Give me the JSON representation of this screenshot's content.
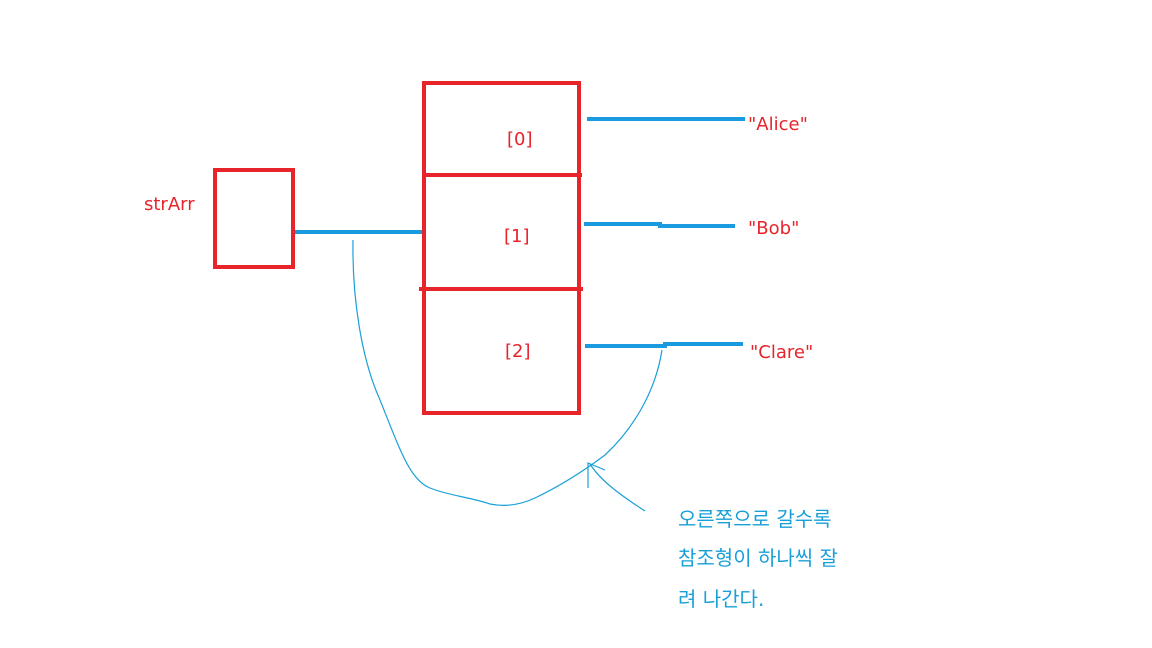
{
  "variable": {
    "name": "strArr"
  },
  "array": {
    "cells": [
      {
        "index": "[0]",
        "value": "\"Alice\""
      },
      {
        "index": "[1]",
        "value": "\"Bob\""
      },
      {
        "index": "[2]",
        "value": "\"Clare\""
      }
    ]
  },
  "annotation": {
    "lines": [
      "오른쪽으로 갈수록",
      "참조형이 하나씩 잘",
      "려 나간다."
    ]
  },
  "colors": {
    "box_stroke": "#e8242b",
    "reference_line": "#1a9be0",
    "annotation_ink": "#1aa0d8"
  }
}
